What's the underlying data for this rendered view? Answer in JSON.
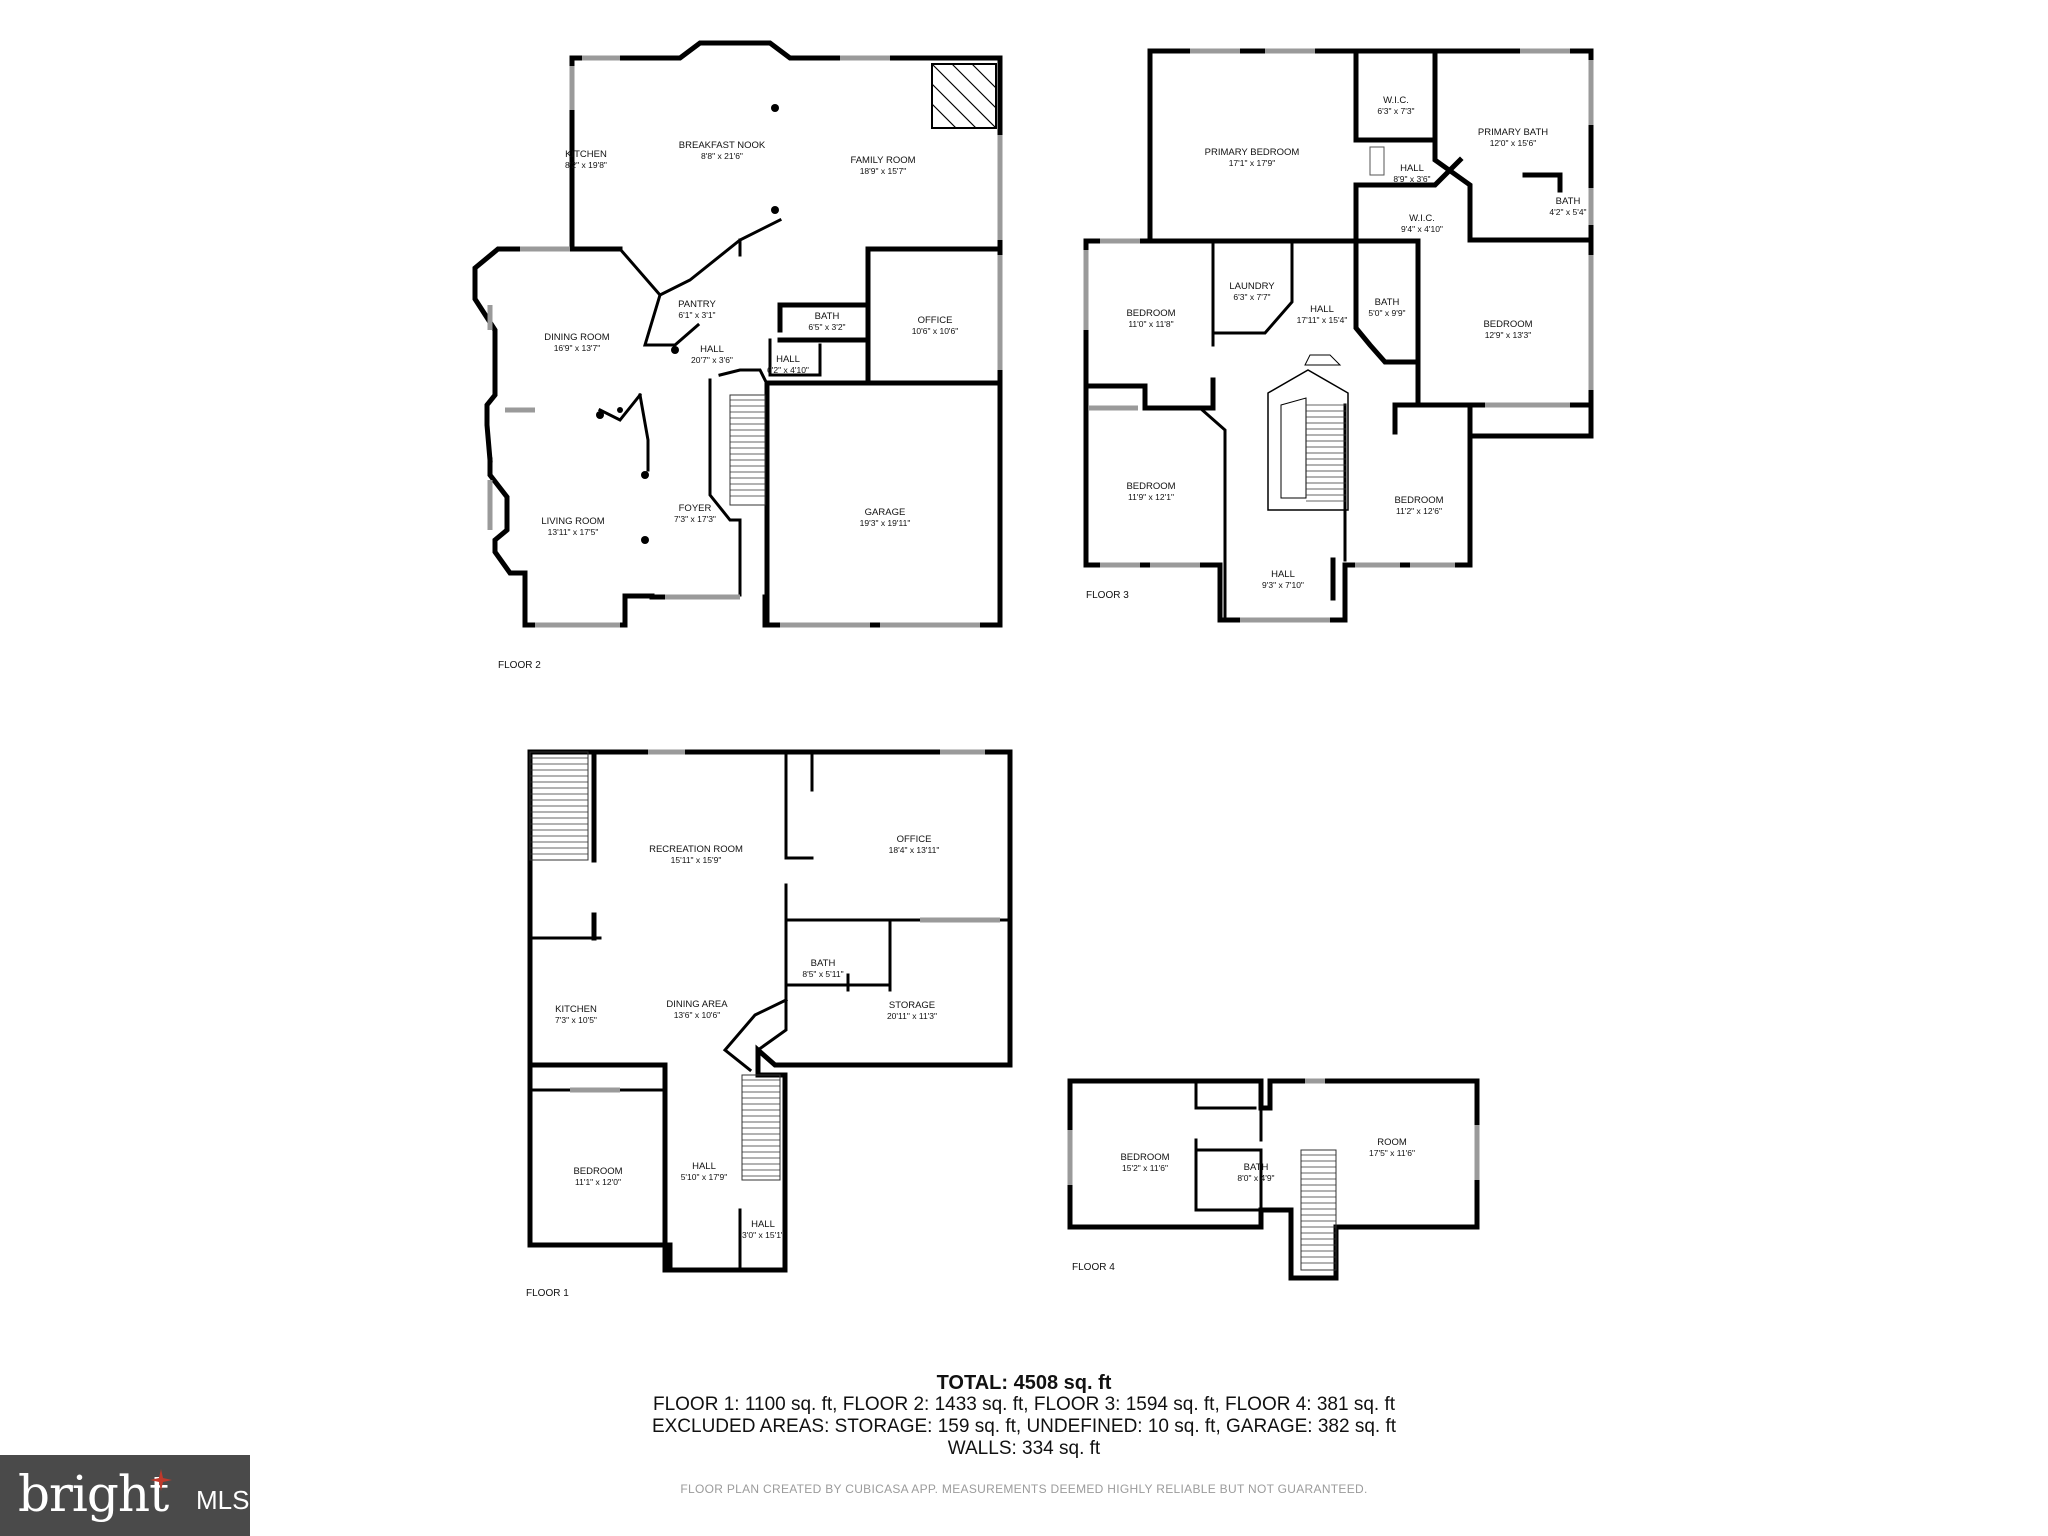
{
  "floors": [
    {
      "label": "FLOOR 2",
      "rooms": [
        {
          "name": "KITCHEN",
          "dim": "8'2\" x 19'8\""
        },
        {
          "name": "BREAKFAST NOOK",
          "dim": "8'8\" x 21'6\""
        },
        {
          "name": "FAMILY ROOM",
          "dim": "18'9\" x 15'7\""
        },
        {
          "name": "DINING ROOM",
          "dim": "16'9\" x 13'7\""
        },
        {
          "name": "PANTRY",
          "dim": "6'1\" x 3'1\""
        },
        {
          "name": "HALL",
          "dim": "20'7\" x 3'6\""
        },
        {
          "name": "BATH",
          "dim": "6'5\" x 3'2\""
        },
        {
          "name": "HALL",
          "dim": "6'2\" x 4'10\""
        },
        {
          "name": "OFFICE",
          "dim": "10'6\" x 10'6\""
        },
        {
          "name": "LIVING ROOM",
          "dim": "13'11\" x 17'5\""
        },
        {
          "name": "FOYER",
          "dim": "7'3\" x 17'3\""
        },
        {
          "name": "GARAGE",
          "dim": "19'3\" x 19'11\""
        }
      ]
    },
    {
      "label": "FLOOR 3",
      "rooms": [
        {
          "name": "PRIMARY BEDROOM",
          "dim": "17'1\" x 17'9\""
        },
        {
          "name": "W.I.C.",
          "dim": "6'3\" x 7'3\""
        },
        {
          "name": "PRIMARY BATH",
          "dim": "12'0\" x 15'6\""
        },
        {
          "name": "HALL",
          "dim": "8'9\" x 3'6\""
        },
        {
          "name": "W.I.C.",
          "dim": "9'4\" x 4'10\""
        },
        {
          "name": "BATH",
          "dim": "4'2\" x 5'4\""
        },
        {
          "name": "BEDROOM",
          "dim": "11'0\" x 11'8\""
        },
        {
          "name": "LAUNDRY",
          "dim": "6'3\" x 7'7\""
        },
        {
          "name": "HALL",
          "dim": "17'11\" x 15'4\""
        },
        {
          "name": "BATH",
          "dim": "5'0\" x 9'9\""
        },
        {
          "name": "BEDROOM",
          "dim": "12'9\" x 13'3\""
        },
        {
          "name": "BEDROOM",
          "dim": "11'9\" x 12'1\""
        },
        {
          "name": "BEDROOM",
          "dim": "11'2\" x 12'6\""
        },
        {
          "name": "HALL",
          "dim": "9'3\" x 7'10\""
        }
      ]
    },
    {
      "label": "FLOOR 1",
      "rooms": [
        {
          "name": "RECREATION ROOM",
          "dim": "15'11\" x 15'9\""
        },
        {
          "name": "OFFICE",
          "dim": "18'4\" x 13'11\""
        },
        {
          "name": "BATH",
          "dim": "8'5\" x 5'11\""
        },
        {
          "name": "KITCHEN",
          "dim": "7'3\" x 10'5\""
        },
        {
          "name": "DINING AREA",
          "dim": "13'6\" x 10'6\""
        },
        {
          "name": "STORAGE",
          "dim": "20'11\" x 11'3\""
        },
        {
          "name": "BEDROOM",
          "dim": "11'1\" x 12'0\""
        },
        {
          "name": "HALL",
          "dim": "5'10\" x 17'9\""
        },
        {
          "name": "HALL",
          "dim": "3'0\" x 15'1\""
        }
      ]
    },
    {
      "label": "FLOOR 4",
      "rooms": [
        {
          "name": "BEDROOM",
          "dim": "15'2\" x 11'6\""
        },
        {
          "name": "BATH",
          "dim": "8'0\" x 4'9\""
        },
        {
          "name": "ROOM",
          "dim": "17'5\" x 11'6\""
        }
      ]
    }
  ],
  "summary": {
    "total": "TOTAL: 4508 sq. ft",
    "floors_line": "FLOOR 1: 1100 sq. ft, FLOOR 2: 1433 sq. ft, FLOOR 3: 1594 sq. ft, FLOOR 4: 381 sq. ft",
    "excluded_line": "EXCLUDED AREAS: STORAGE: 159 sq. ft, UNDEFINED: 10 sq. ft, GARAGE: 382 sq. ft",
    "walls_line": "WALLS: 334 sq. ft"
  },
  "disclaimer": "FLOOR PLAN CREATED BY CUBICASA APP. MEASUREMENTS DEEMED HIGHLY RELIABLE BUT NOT GUARANTEED.",
  "logo": {
    "brand": "bright",
    "suffix": "MLS",
    "accent": "#c0392b"
  }
}
